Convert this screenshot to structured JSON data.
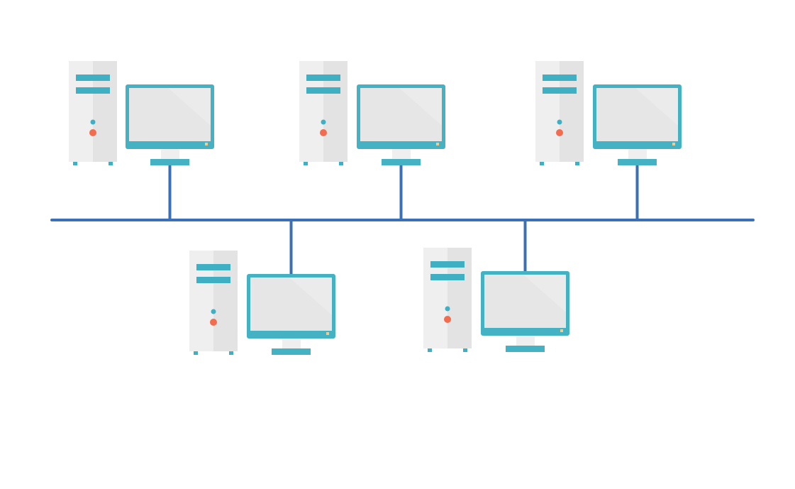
{
  "diagram": {
    "type": "bus-network-topology",
    "bus": {
      "label": "",
      "connected_nodes": 5
    },
    "nodes": [
      {
        "id": "node-1",
        "kind": "desktop-computer",
        "row": "top",
        "label": ""
      },
      {
        "id": "node-2",
        "kind": "desktop-computer",
        "row": "top",
        "label": ""
      },
      {
        "id": "node-3",
        "kind": "desktop-computer",
        "row": "top",
        "label": ""
      },
      {
        "id": "node-4",
        "kind": "desktop-computer",
        "row": "bottom",
        "label": ""
      },
      {
        "id": "node-5",
        "kind": "desktop-computer",
        "row": "bottom",
        "label": ""
      }
    ],
    "icons": {
      "tower": "computer-tower-icon",
      "monitor": "monitor-icon"
    },
    "colors": {
      "bus_line": "#3b6fb6",
      "tower_body": "#efefef",
      "tower_side": "#e3e3e3",
      "tower_slot": "#3fb0c3",
      "monitor_frame": "#45b2c4",
      "monitor_screen": "#ebebeb",
      "power_led": "#f26d4f",
      "status_led": "#3fb0c3"
    }
  }
}
